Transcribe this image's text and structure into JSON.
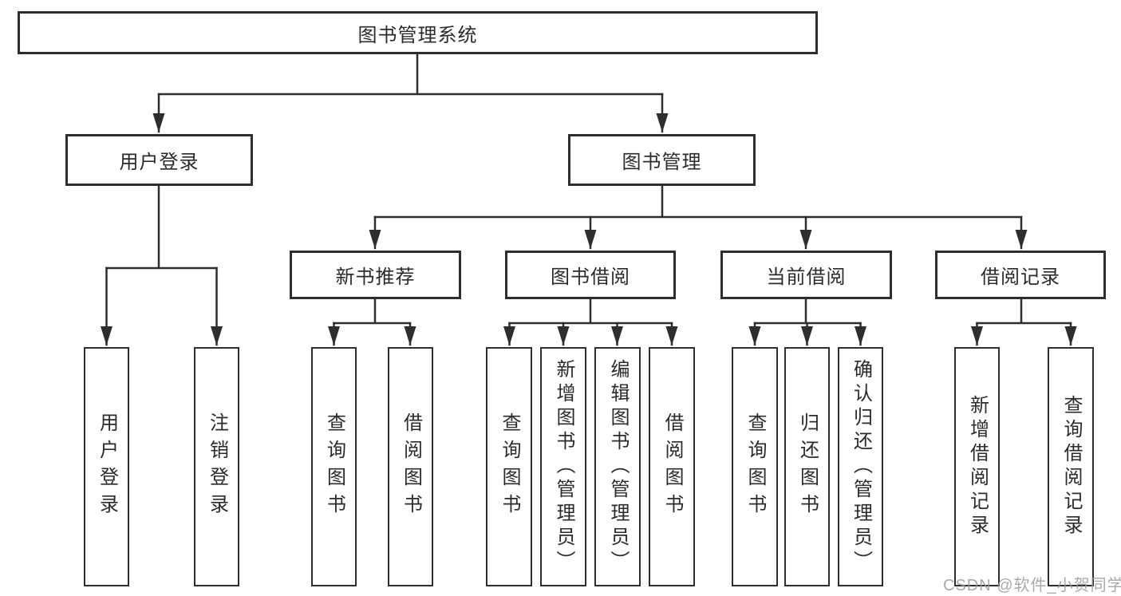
{
  "colors": {
    "line": "#2e2e2e",
    "text": "#2b2b2b",
    "watermark_gray": "#9b9b9b",
    "background": "#ffffff"
  },
  "root": {
    "label": "图书管理系统"
  },
  "level2": {
    "user_login": "用户登录",
    "book_mgmt": "图书管理"
  },
  "level3": {
    "new_book": "新书推荐",
    "book_borrow": "图书借阅",
    "current_borrow": "当前借阅",
    "borrow_record": "借阅记录"
  },
  "leaves": {
    "user_login": [
      "用户登录",
      "注销登录"
    ],
    "new_book": [
      "查询图书",
      "借阅图书"
    ],
    "book_borrow": [
      "查询图书",
      "新增图书（管理员）",
      "编辑图书（管理员）",
      "借阅图书"
    ],
    "current_borrow": [
      "查询图书",
      "归还图书",
      "确认归还（管理员）"
    ],
    "borrow_record": [
      "新增借阅记录",
      "查询借阅记录"
    ]
  },
  "watermark": "CSDN @软件_小贺同学"
}
